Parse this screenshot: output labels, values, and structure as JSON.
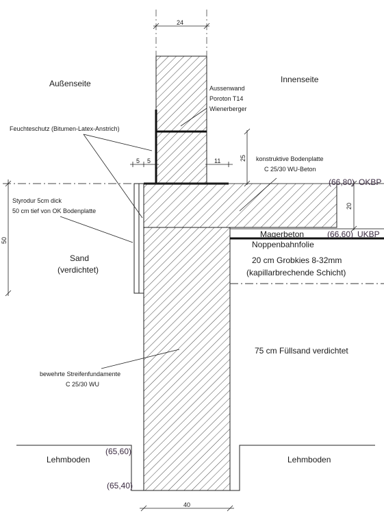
{
  "dims": {
    "wall_width": "24",
    "left_5a": "5",
    "left_5b": "5",
    "right_11": "11",
    "vertical_25": "25",
    "slab_20": "20",
    "styrodur_50": "50",
    "footing_40": "40"
  },
  "labels": {
    "outside": "Außenseite",
    "inside": "Innenseite",
    "wall_line1": "Aussenwand",
    "wall_line2": "Poroton T14",
    "wall_line3": "Wienerberger",
    "moisture": "Feuchteschutz (Bitumen-Latex-Anstrich)",
    "slab_line1": "konstruktive Bodenplatte",
    "slab_line2": "C 25/30 WU-Beton",
    "styrodur_line1": "Styrodur 5cm dick",
    "styrodur_line2": "50 cm tief von OK Bodenplatte",
    "sand_line1": "Sand",
    "sand_line2": "(verdichtet)",
    "lean_concrete": "Magerbeton",
    "dimple_membrane": "Noppenbahnfolie",
    "gravel_line1": "20 cm Grobkies 8-32mm",
    "gravel_line2": "(kapillarbrechende Schicht)",
    "fill_sand": "75 cm Füllsand verdichtet",
    "footing_line1": "bewehrte Streifenfundamente",
    "footing_line2": "C 25/30 WU",
    "clay_left": "Lehmboden",
    "clay_right": "Lehmboden"
  },
  "levels": {
    "okbp_value": "(66,80)",
    "okbp_label": "OKBP",
    "ukbp_value": "(66,60)",
    "ukbp_label": "UKBP",
    "ground_value": "(65,60)",
    "bottom_value": "(65,40)"
  }
}
